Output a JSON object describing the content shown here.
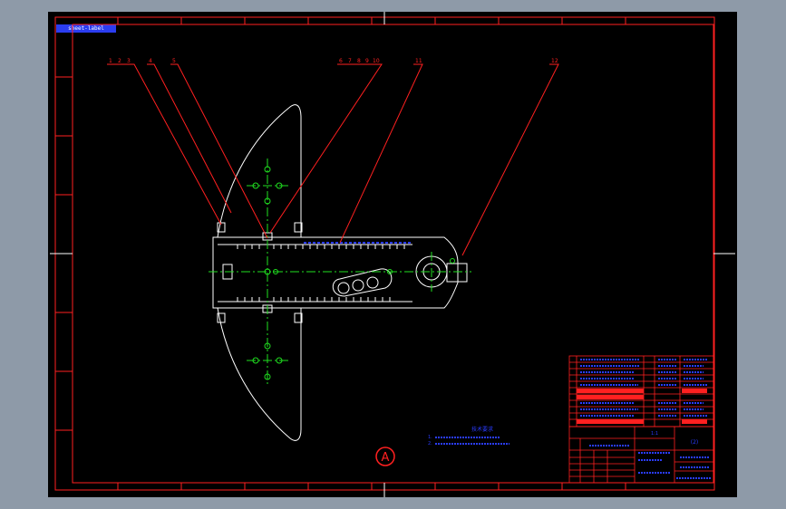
{
  "file_tag": "sheet-label",
  "callouts": [
    "1",
    "2",
    "3",
    "4",
    "5",
    "6",
    "7",
    "8",
    "9",
    "10",
    "11",
    "12"
  ],
  "notes_title": "技术要求",
  "notes": [
    "1. ",
    "2. "
  ],
  "view_label": "A",
  "title_block": {
    "scale": "1:1",
    "sheet": "(2)"
  },
  "colors": {
    "background": "#000000",
    "frame": "#ff2020",
    "outline": "#ffffff",
    "centerline": "#20e020",
    "annotation": "#2a3cff",
    "callout_line": "#ff2020"
  }
}
